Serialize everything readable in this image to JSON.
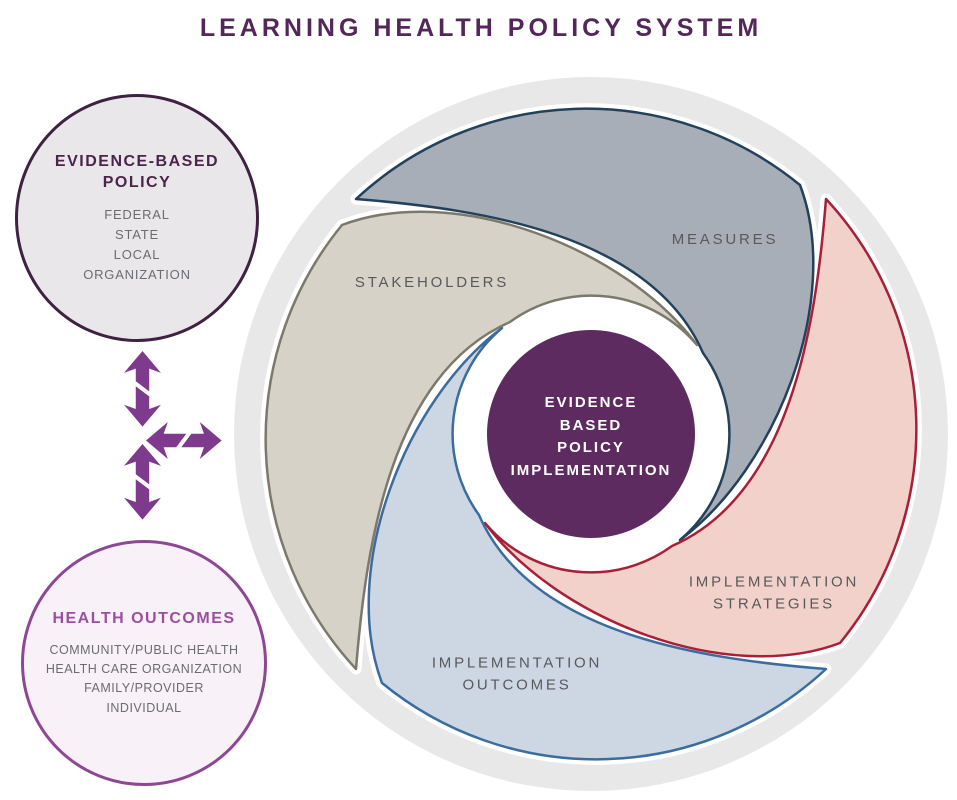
{
  "title": "LEARNING HEALTH POLICY SYSTEM",
  "title_color": "#54275a",
  "left_panel": {
    "arrow_color": "#7e3a8c",
    "evidence_circle": {
      "heading": "EVIDENCE-BASED POLICY",
      "items": [
        "FEDERAL",
        "STATE",
        "LOCAL",
        "ORGANIZATION"
      ],
      "fill": "#eae7eb",
      "border_color": "#3f2142",
      "heading_color": "#4a2549"
    },
    "outcomes_circle": {
      "heading": "HEALTH OUTCOMES",
      "items": [
        "COMMUNITY/PUBLIC HEALTH",
        "HEALTH CARE ORGANIZATION",
        "FAMILY/PROVIDER",
        "INDIVIDUAL"
      ],
      "fill": "#f8f1f8",
      "border_color": "#8d4793",
      "heading_color": "#9c4f9f"
    },
    "item_text_color": "#6b6c6f"
  },
  "diagram": {
    "outer_circle_color": "#e9e8e8",
    "ring_color": "#ffffff",
    "label_color": "#58595b",
    "center_circle": {
      "fill": "#5e2b60",
      "text_color": "#ffffff",
      "lines": [
        "EVIDENCE",
        "BASED",
        "POLICY",
        "IMPLEMENTATION"
      ]
    },
    "blades": [
      {
        "label": "MEASURES",
        "fill": "#a8aeb8",
        "stroke": "#24415c"
      },
      {
        "label": "IMPLEMENTATION STRATEGIES",
        "fill": "#f1d1ca",
        "stroke": "#a81f38"
      },
      {
        "label": "IMPLEMENTATION OUTCOMES",
        "fill": "#cdd7e3",
        "stroke": "#3a6d9e"
      },
      {
        "label": "STAKEHOLDERS",
        "fill": "#d6d2c8",
        "stroke": "#7c786c"
      }
    ]
  }
}
